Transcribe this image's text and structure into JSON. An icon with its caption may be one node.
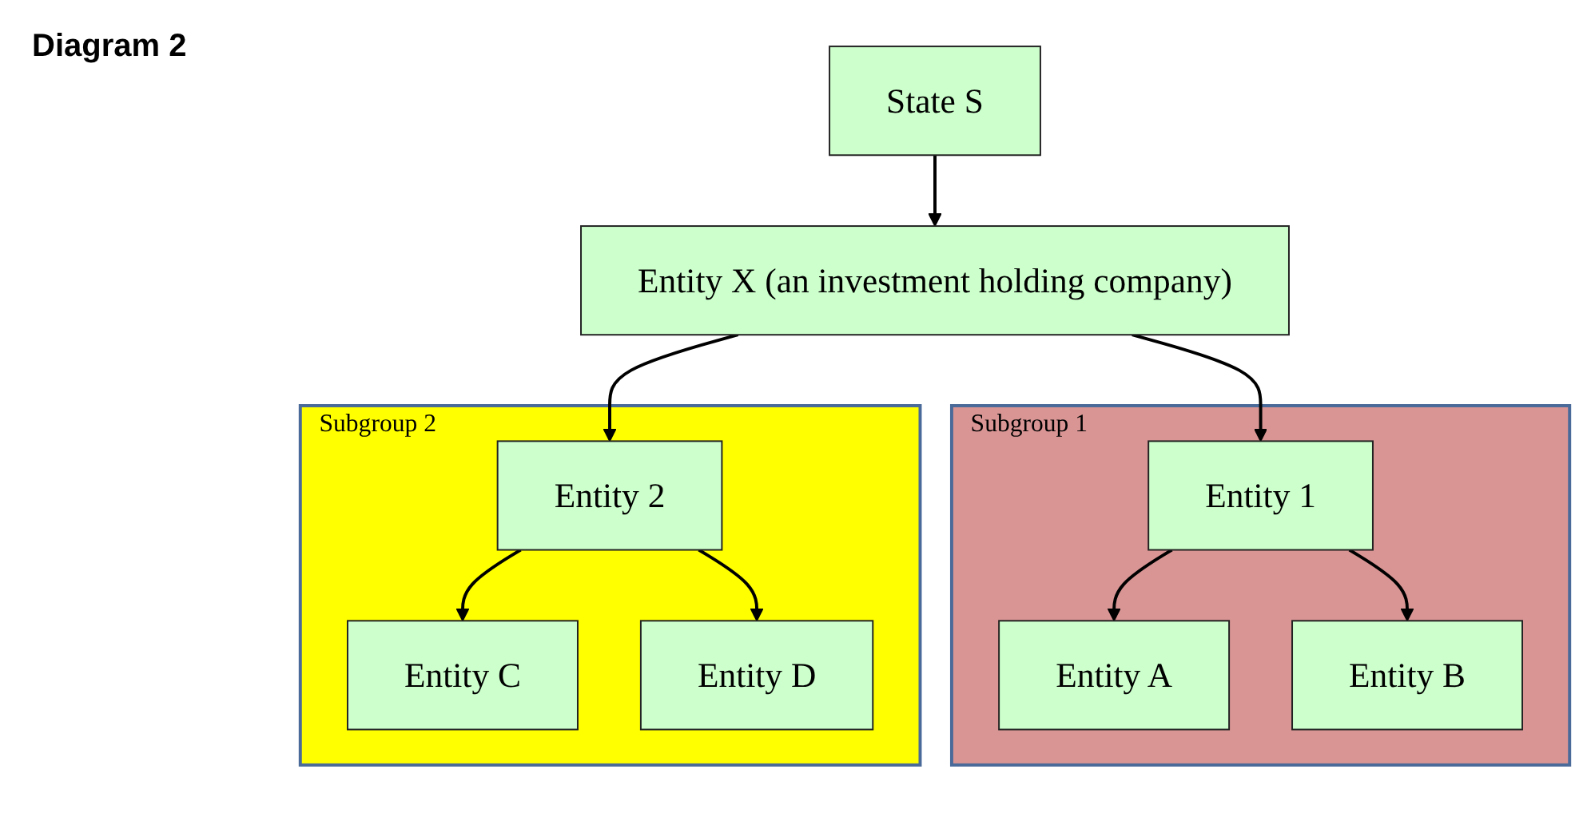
{
  "diagram": {
    "title": "Diagram 2",
    "nodes": [
      {
        "text": [
          "State S"
        ]
      },
      {
        "text": [
          "Entity X (an investment holding company)"
        ]
      },
      {
        "text": [
          "Subgroup 1"
        ]
      },
      {
        "text": [
          "Entity 1"
        ],
        "in": 2
      },
      {
        "text": [
          "Entity A"
        ],
        "in": 2
      },
      {
        "text": [
          "Entity B"
        ],
        "in": 2
      },
      {
        "text": [
          "Subgroup 2"
        ]
      },
      {
        "text": [
          "Entity 2"
        ],
        "in": 6
      },
      {
        "text": [
          "Entity C"
        ],
        "in": 6
      },
      {
        "text": [
          "Entity D"
        ],
        "in": 6
      }
    ],
    "edges": [
      {
        "from": 0,
        "to": 1,
        "arrow": "to"
      },
      {
        "from": 1,
        "to": 3,
        "arrow": "to"
      },
      {
        "from": 1,
        "to": 7,
        "arrow": "to"
      },
      {
        "from": 3,
        "to": 4,
        "arrow": "to"
      },
      {
        "from": 3,
        "to": 5,
        "arrow": "to"
      },
      {
        "from": 7,
        "to": 8,
        "arrow": "to"
      },
      {
        "from": 7,
        "to": 9,
        "arrow": "to"
      }
    ]
  }
}
